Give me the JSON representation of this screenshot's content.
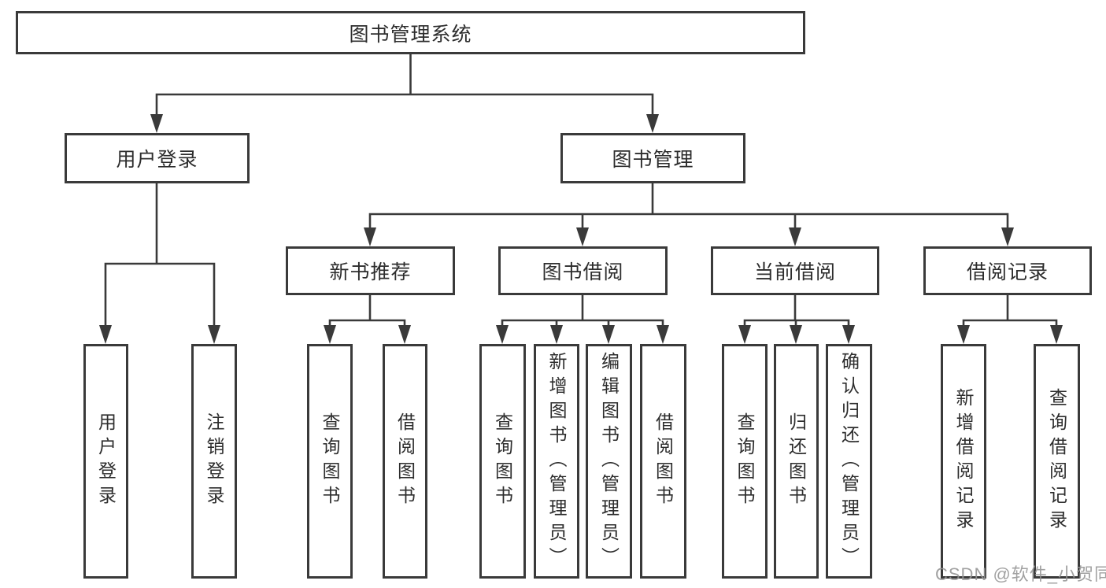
{
  "diagram": {
    "root": {
      "label": "图书管理系统",
      "children": [
        {
          "label": "用户登录",
          "children": [
            {
              "label": "用户登录"
            },
            {
              "label": "注销登录"
            }
          ]
        },
        {
          "label": "图书管理",
          "children": [
            {
              "label": "新书推荐",
              "children": [
                {
                  "label": "查询图书"
                },
                {
                  "label": "借阅图书"
                }
              ]
            },
            {
              "label": "图书借阅",
              "children": [
                {
                  "label": "查询图书"
                },
                {
                  "label": "新增图书（管理员）"
                },
                {
                  "label": "编辑图书（管理员）"
                },
                {
                  "label": "借阅图书"
                }
              ]
            },
            {
              "label": "当前借阅",
              "children": [
                {
                  "label": "查询图书"
                },
                {
                  "label": "归还图书"
                },
                {
                  "label": "确认归还（管理员）"
                }
              ]
            },
            {
              "label": "借阅记录",
              "children": [
                {
                  "label": "新增借阅记录"
                },
                {
                  "label": "查询借阅记录"
                }
              ]
            }
          ]
        }
      ]
    }
  },
  "watermark": {
    "text": "CSDN @软件_小贺同学"
  },
  "style": {
    "line_color": "#3a3a3a",
    "box_fill": "#ffffff",
    "text_color": "#2d2d2d",
    "watermark_color": "#949494"
  }
}
